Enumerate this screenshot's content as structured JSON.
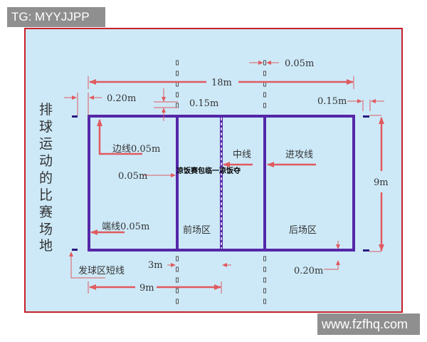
{
  "watermarks": {
    "top_left": "TG: MYYJJPP",
    "bottom_right": "www.fzfhq.com"
  },
  "title_vertical": [
    "排",
    "球",
    "运",
    "动",
    "的",
    "比",
    "赛",
    "场",
    "地"
  ],
  "labels": {
    "length": "18m",
    "width": "9m",
    "half_length": "9m",
    "attack_zone": "3m",
    "net_line_width": "0.05m",
    "service_gap_left": "0.20m",
    "line_gap_top": "0.15m",
    "service_gap_right": "0.15m",
    "service_mark_bottom": "0.20m",
    "attack_line_width": "0.05m",
    "sideline": "边线0.05m",
    "endline": "端线0.05m",
    "center_line": "中线",
    "attack_line": "进攻线",
    "front_zone": "前场区",
    "back_zone": "后场区",
    "service_short_line": "发球区短线",
    "garbled_overlay": "凉饭赛包临一凉饭夺"
  },
  "colors": {
    "background": "#cde9f8",
    "court_line": "#5527a8",
    "arrow": "#e05a5f",
    "frame": "#c8202a"
  }
}
